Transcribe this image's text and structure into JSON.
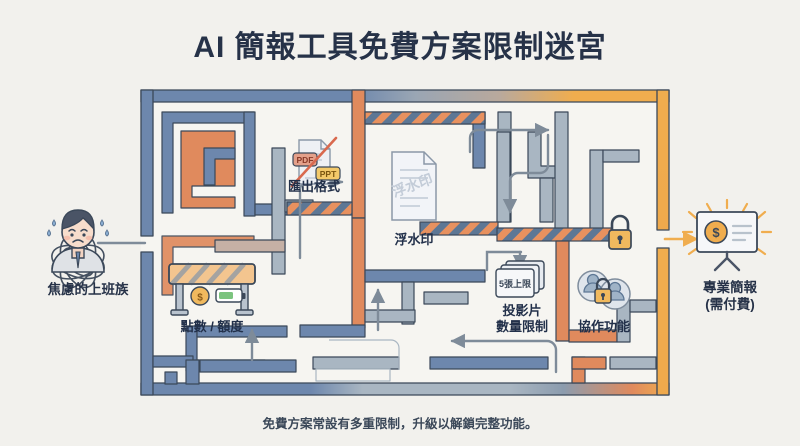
{
  "page": {
    "title": "AI 簡報工具免費方案限制迷宮",
    "footer_note": "免費方案常設有多重限制，升級以解鎖完整功能。",
    "background_color": "#f2f1ed",
    "title_color": "#263248"
  },
  "palette": {
    "blue_wall": "#6d87ad",
    "orange_wall": "#e08a5d",
    "gray_wall": "#a9b6c2",
    "amber_wall": "#f0ad4e",
    "stripe_blue": "#5d7795",
    "stripe_orange": "#e08a5d",
    "ink": "#3b4859",
    "paper": "#f6f5f1",
    "arrow": "#7e8b99",
    "exit_arrow": "#f0ad4e"
  },
  "start": {
    "label": "焦慮的上班族",
    "icon": "anxious-office-worker-icon"
  },
  "goal": {
    "label_line1": "專業簡報",
    "label_line2": "(需付費)",
    "icon": "presentation-board-dollar-icon"
  },
  "obstacles": [
    {
      "id": "export-format",
      "label": "匯出格式",
      "icon": "document-crossed-out-icon",
      "badges": [
        "PDF",
        "PPT"
      ]
    },
    {
      "id": "watermark",
      "label": "浮水印",
      "icon": "watermarked-document-icon",
      "watermark_text": "浮水印"
    },
    {
      "id": "credits",
      "label": "點數 / 額度",
      "icon": "barricade-coin-battery-icon",
      "sub_icons": [
        "coin-icon",
        "battery-icon"
      ]
    },
    {
      "id": "slide-limit",
      "label_line1": "投影片",
      "label_line2": "數量限制",
      "icon": "stacked-slides-icon",
      "badge": "5張上限"
    },
    {
      "id": "collaboration",
      "label": "協作功能",
      "icon": "users-locked-icon"
    }
  ],
  "barriers": [
    {
      "id": "barrier-export",
      "type": "striped-barrier"
    },
    {
      "id": "barrier-watermark",
      "type": "striped-barrier"
    },
    {
      "id": "barrier-slides",
      "type": "striped-barrier"
    },
    {
      "id": "barrier-collab",
      "type": "striped-barrier-with-lock",
      "icon": "padlock-icon"
    }
  ]
}
